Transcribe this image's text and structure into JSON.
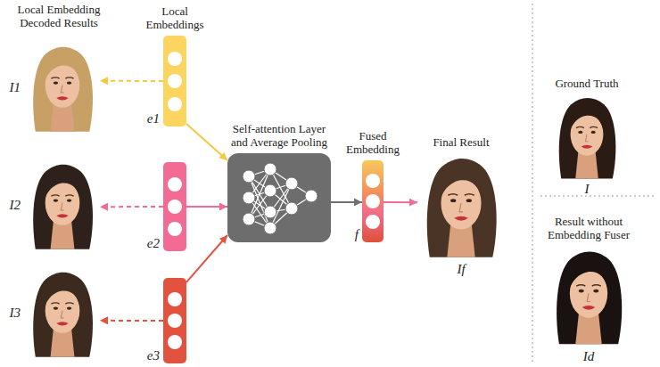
{
  "diagram": {
    "nodes": [
      {
        "text": [
          "I1"
        ]
      },
      {
        "text": [
          "Local Embeddings",
          "e1"
        ]
      },
      {
        "text": [
          "Self-attention Layer and Average Pooling"
        ]
      },
      {
        "text": [
          "Fused Embedding",
          "f"
        ]
      },
      {
        "text": [
          "Final Result",
          "If"
        ]
      },
      {
        "text": [
          "Ground Truth",
          "I"
        ]
      },
      {
        "text": [
          "I2"
        ]
      },
      {
        "text": [
          "e2"
        ]
      },
      {
        "text": [
          "I3"
        ]
      },
      {
        "text": [
          "e3"
        ]
      },
      {
        "text": [
          "Result without Embedding Fuser",
          "Id"
        ]
      }
    ],
    "edges": [
      {
        "from": 1,
        "to": 0,
        "arrow": "to"
      },
      {
        "from": 7,
        "to": 6,
        "arrow": "to"
      },
      {
        "from": 9,
        "to": 8,
        "arrow": "to"
      },
      {
        "from": 1,
        "to": 2,
        "arrow": "to"
      },
      {
        "from": 7,
        "to": 2,
        "arrow": "to"
      },
      {
        "from": 9,
        "to": 2,
        "arrow": "to"
      },
      {
        "from": 2,
        "to": 3,
        "arrow": "to"
      },
      {
        "from": 3,
        "to": 4,
        "arrow": "to"
      }
    ],
    "labels": [
      "Local Embedding Decoded Results"
    ]
  }
}
